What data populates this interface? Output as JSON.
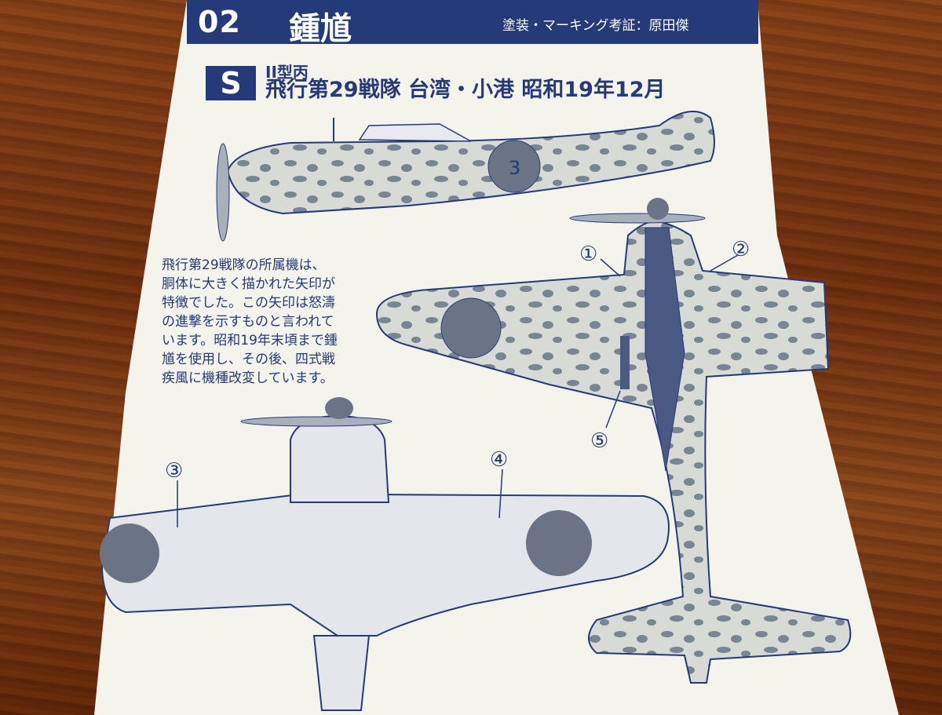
{
  "header": {
    "number": "02",
    "name": "鍾馗",
    "credit": "塗装・マーキング考証：原田傑"
  },
  "scheme": {
    "letter": "S",
    "variant": "II型丙",
    "unit": "飛行第29戦隊 台湾・小港 昭和19年12月"
  },
  "description": [
    "飛行第29戦隊の所属機は、",
    "胴体に大きく描かれた矢印が",
    "特徴でした。この矢印は怒濤",
    "の進撃を示すものと言われて",
    "います。昭和19年末頃まで鍾",
    "馗を使用し、その後、四式戦",
    "疾風に機種改変しています。"
  ],
  "callouts": [
    "①",
    "②",
    "③",
    "④",
    "⑤"
  ],
  "fuselage_marking": "3",
  "colors": {
    "ink": "#253a78",
    "paper": "#f4f3ec",
    "camo_base": "#d8dbd5",
    "camo_spot": "#7a8592",
    "hinomaru": "#6b7484"
  }
}
